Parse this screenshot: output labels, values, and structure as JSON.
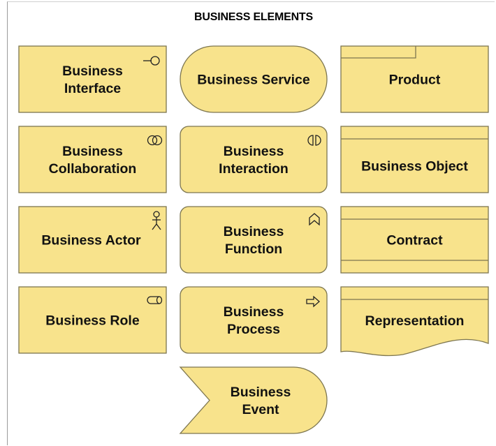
{
  "title": "BUSINESS ELEMENTS",
  "colors": {
    "fill": "#f8e38c",
    "stroke": "#7d7650",
    "text": "#111111"
  },
  "elements": [
    {
      "id": "business-interface",
      "lines": [
        "Business",
        "Interface"
      ],
      "icon": "interface-icon"
    },
    {
      "id": "business-service",
      "lines": [
        "Business Service"
      ],
      "icon": ""
    },
    {
      "id": "product",
      "lines": [
        "Product"
      ],
      "icon": ""
    },
    {
      "id": "business-collaboration",
      "lines": [
        "Business",
        "Collaboration"
      ],
      "icon": "collaboration-icon"
    },
    {
      "id": "business-interaction",
      "lines": [
        "Business",
        "Interaction"
      ],
      "icon": "interaction-icon"
    },
    {
      "id": "business-object",
      "lines": [
        "Business Object"
      ],
      "icon": ""
    },
    {
      "id": "business-actor",
      "lines": [
        "Business Actor"
      ],
      "icon": "actor-icon"
    },
    {
      "id": "business-function",
      "lines": [
        "Business",
        "Function"
      ],
      "icon": "function-icon"
    },
    {
      "id": "contract",
      "lines": [
        "Contract"
      ],
      "icon": ""
    },
    {
      "id": "business-role",
      "lines": [
        "Business Role"
      ],
      "icon": "role-icon"
    },
    {
      "id": "business-process",
      "lines": [
        "Business",
        "Process"
      ],
      "icon": "process-icon"
    },
    {
      "id": "representation",
      "lines": [
        "Representation"
      ],
      "icon": ""
    },
    {
      "id": "business-event",
      "lines": [
        "Business",
        "Event"
      ],
      "icon": ""
    }
  ]
}
